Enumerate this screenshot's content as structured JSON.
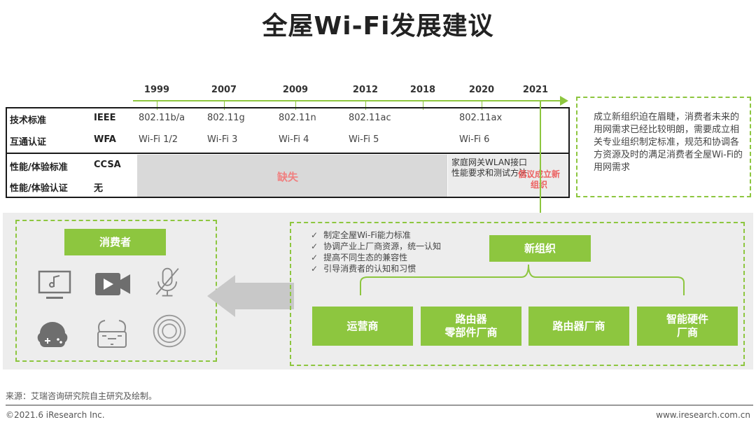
{
  "title": "全屋Wi-Fi发展建议",
  "timeline": {
    "years": [
      "1999",
      "2007",
      "2009",
      "2012",
      "2018",
      "2020",
      "2021"
    ]
  },
  "table": {
    "rows": [
      {
        "label": "技术标准",
        "org": "IEEE",
        "cells": [
          "802.11b/a",
          "802.11g",
          "802.11n",
          "802.11ac",
          "802.11ax"
        ]
      },
      {
        "label": "互通认证",
        "org": "WFA",
        "cells": [
          "Wi-Fi 1/2",
          "Wi-Fi 3",
          "Wi-Fi 4",
          "Wi-Fi 5",
          "Wi-Fi 6"
        ]
      },
      {
        "label": "性能/体验标准",
        "org": "CCSA"
      },
      {
        "label": "性能/体验认证",
        "org": "无"
      }
    ],
    "missing": "缺失",
    "wlan_spec": "家庭网关WLAN接口性能要求和测试方法",
    "advocate": "倡议成立新组织"
  },
  "note": "成立新组织迫在眉睫，消费者未来的用网需求已经比较明朗，需要成立相关专业组织制定标准，规范和协调各方资源及时的满足消费者全屋Wi-Fi的用网需求",
  "consumer": {
    "label": "消费者",
    "icons": [
      "music-tv-icon",
      "video-camera-icon",
      "muted-microphone-icon",
      "gamepad-icon",
      "vr-glasses-icon",
      "robot-vacuum-icon"
    ]
  },
  "new_org": {
    "label": "新组织",
    "checklist": [
      "制定全屋Wi-Fi能力标准",
      "协调产业上厂商资源，统一认知",
      "提高不同生态的兼容性",
      "引导消费者的认知和习惯"
    ],
    "parties": [
      "运营商",
      "路由器\n零部件厂商",
      "路由器厂商",
      "智能硬件\n厂商"
    ]
  },
  "footer": {
    "source": "来源：艾瑞咨询研究院自主研究及绘制。",
    "copyright": "©2021.6 iResearch Inc.",
    "website": "www.iresearch.com.cn"
  },
  "colors": {
    "accent": "#8dc63f",
    "alert": "#ec6060",
    "missing_bg": "#d9d9d9"
  }
}
